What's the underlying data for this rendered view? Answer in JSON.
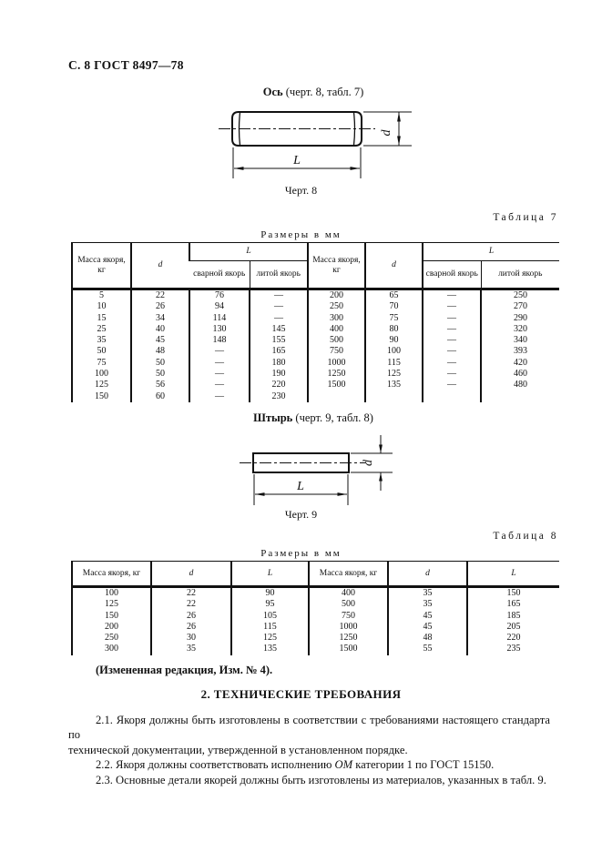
{
  "page_header": "С. 8 ГОСТ 8497—78",
  "axis_section": {
    "title_bold": "Ось",
    "title_rest": " (черт. 8, табл. 7)",
    "caption": "Черт. 8",
    "dim_d": "d",
    "dim_l": "L"
  },
  "table7": {
    "label": "Таблица 7",
    "units": "Размеры в мм",
    "col_mass": "Масса якоря, кг",
    "col_d": "d",
    "col_l": "L",
    "col_welded": "сварной якорь",
    "col_cast": "литой якорь",
    "rows": [
      [
        "5",
        "22",
        "76",
        "—",
        "200",
        "65",
        "—",
        "250"
      ],
      [
        "10",
        "26",
        "94",
        "—",
        "250",
        "70",
        "—",
        "270"
      ],
      [
        "15",
        "34",
        "114",
        "—",
        "300",
        "75",
        "—",
        "290"
      ],
      [
        "25",
        "40",
        "130",
        "145",
        "400",
        "80",
        "—",
        "320"
      ],
      [
        "35",
        "45",
        "148",
        "155",
        "500",
        "90",
        "—",
        "340"
      ],
      [
        "50",
        "48",
        "—",
        "165",
        "750",
        "100",
        "—",
        "393"
      ],
      [
        "75",
        "50",
        "—",
        "180",
        "1000",
        "115",
        "—",
        "420"
      ],
      [
        "100",
        "50",
        "—",
        "190",
        "1250",
        "125",
        "—",
        "460"
      ],
      [
        "125",
        "56",
        "—",
        "220",
        "1500",
        "135",
        "—",
        "480"
      ],
      [
        "150",
        "60",
        "—",
        "230",
        "",
        "",
        "",
        ""
      ]
    ]
  },
  "pin_section": {
    "title_bold": "Штырь",
    "title_rest": " (черт. 9, табл. 8)",
    "caption": "Черт. 9",
    "dim_d": "d",
    "dim_l": "L"
  },
  "table8": {
    "label": "Таблица 8",
    "units": "Размеры в мм",
    "col_mass": "Масса якоря, кг",
    "col_d": "d",
    "col_l": "L",
    "rows": [
      [
        "100",
        "22",
        "90",
        "400",
        "35",
        "150"
      ],
      [
        "125",
        "22",
        "95",
        "500",
        "35",
        "165"
      ],
      [
        "150",
        "26",
        "105",
        "750",
        "45",
        "185"
      ],
      [
        "200",
        "26",
        "115",
        "1000",
        "45",
        "205"
      ],
      [
        "250",
        "30",
        "125",
        "1250",
        "48",
        "220"
      ],
      [
        "300",
        "35",
        "135",
        "1500",
        "55",
        "235"
      ]
    ]
  },
  "amended_note": "(Измененная редакция, Изм. № 4).",
  "requirements": {
    "heading": "2. ТЕХНИЧЕСКИЕ ТРЕБОВАНИЯ",
    "p21_line1": "2.1. Якоря должны быть изготовлены в соответствии с требованиями настоящего стандарта по",
    "p21_line2": "технической документации, утвержденной в установленном порядке.",
    "p22_prefix": "2.2. Якоря должны соответствовать исполнению ",
    "p22_italic": "ОМ",
    "p22_suffix": " категории 1 по ГОСТ 15150.",
    "p23": "2.3. Основные детали якорей должны быть изготовлены из материалов, указанных в табл. 9."
  }
}
